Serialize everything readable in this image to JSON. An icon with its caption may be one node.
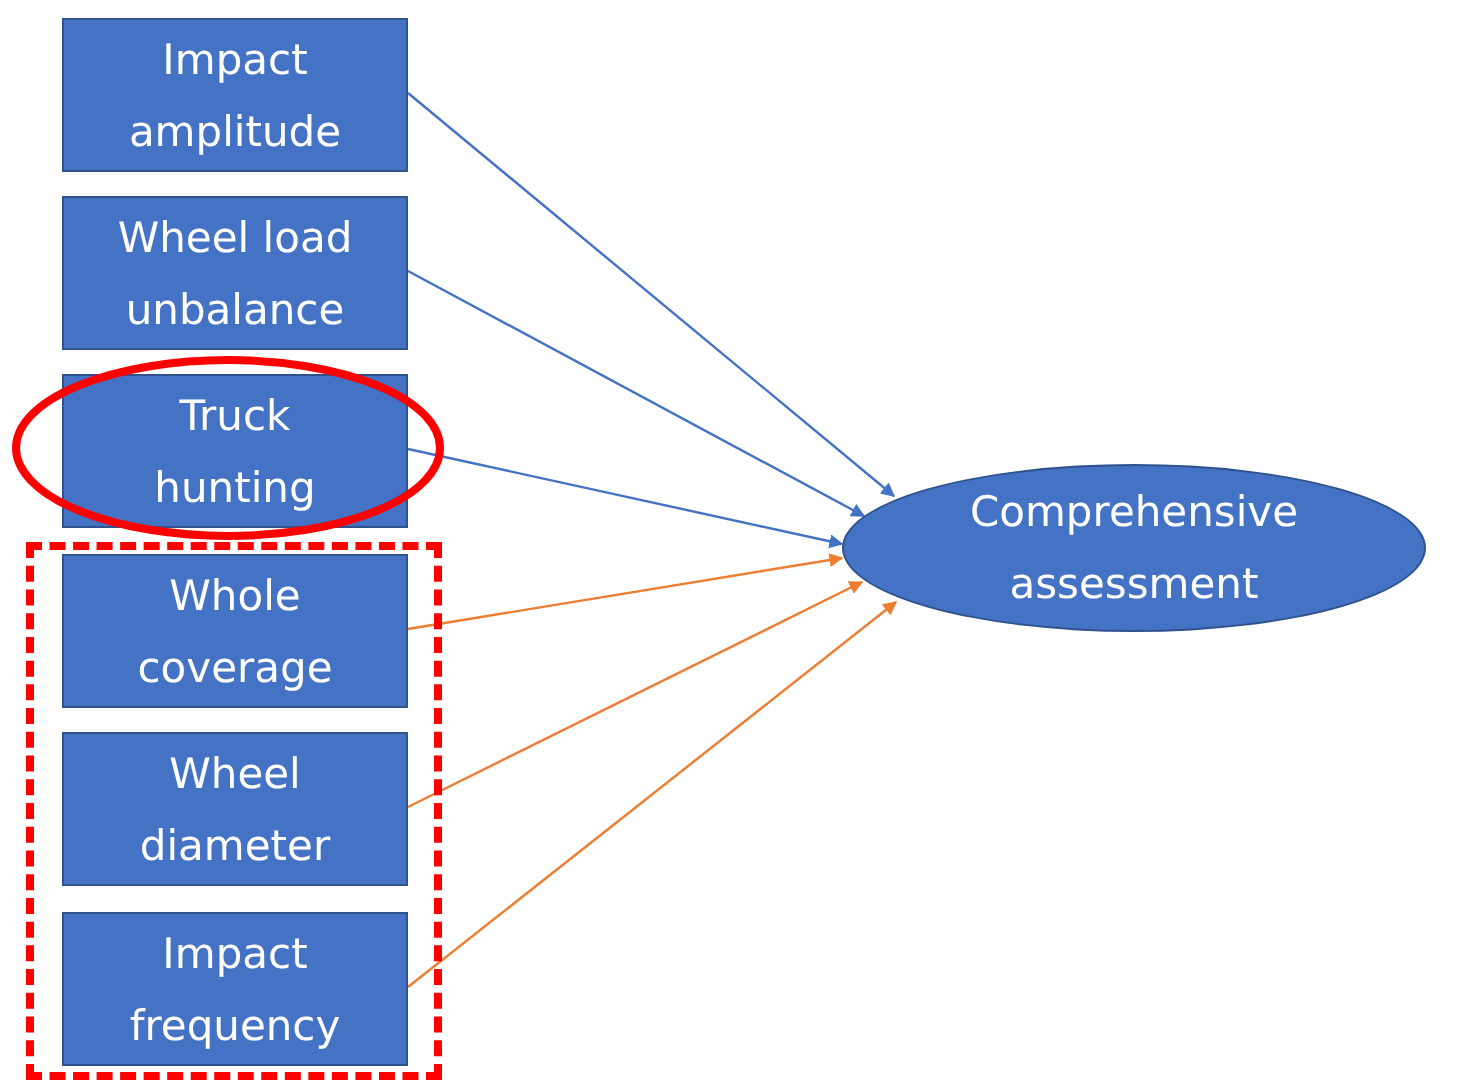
{
  "diagram": {
    "nodes": [
      {
        "text": [
          "Impact amplitude"
        ]
      },
      {
        "text": [
          "Wheel load unbalance"
        ]
      },
      {
        "text": [
          "Truck hunting"
        ]
      },
      {
        "text": [],
        "shape": "box"
      },
      {
        "text": [
          "Whole coverage"
        ],
        "in": 3
      },
      {
        "text": [
          "Wheel diameter"
        ],
        "in": 3
      },
      {
        "text": [
          "Impact frequency"
        ],
        "in": 3
      },
      {
        "text": [
          "Comprehensive assessment"
        ]
      }
    ],
    "edges": [
      {
        "from": 0,
        "to": 7,
        "arrow": "to"
      },
      {
        "from": 1,
        "to": 7,
        "arrow": "to"
      },
      {
        "from": 2,
        "to": 7,
        "arrow": "to"
      },
      {
        "from": 4,
        "to": 7,
        "arrow": "to",
        "color": "#ed7d31"
      },
      {
        "from": 5,
        "to": 7,
        "arrow": "to",
        "color": "#ed7d31"
      },
      {
        "from": 6,
        "to": 7,
        "arrow": "to",
        "color": "#ed7d31"
      }
    ]
  }
}
